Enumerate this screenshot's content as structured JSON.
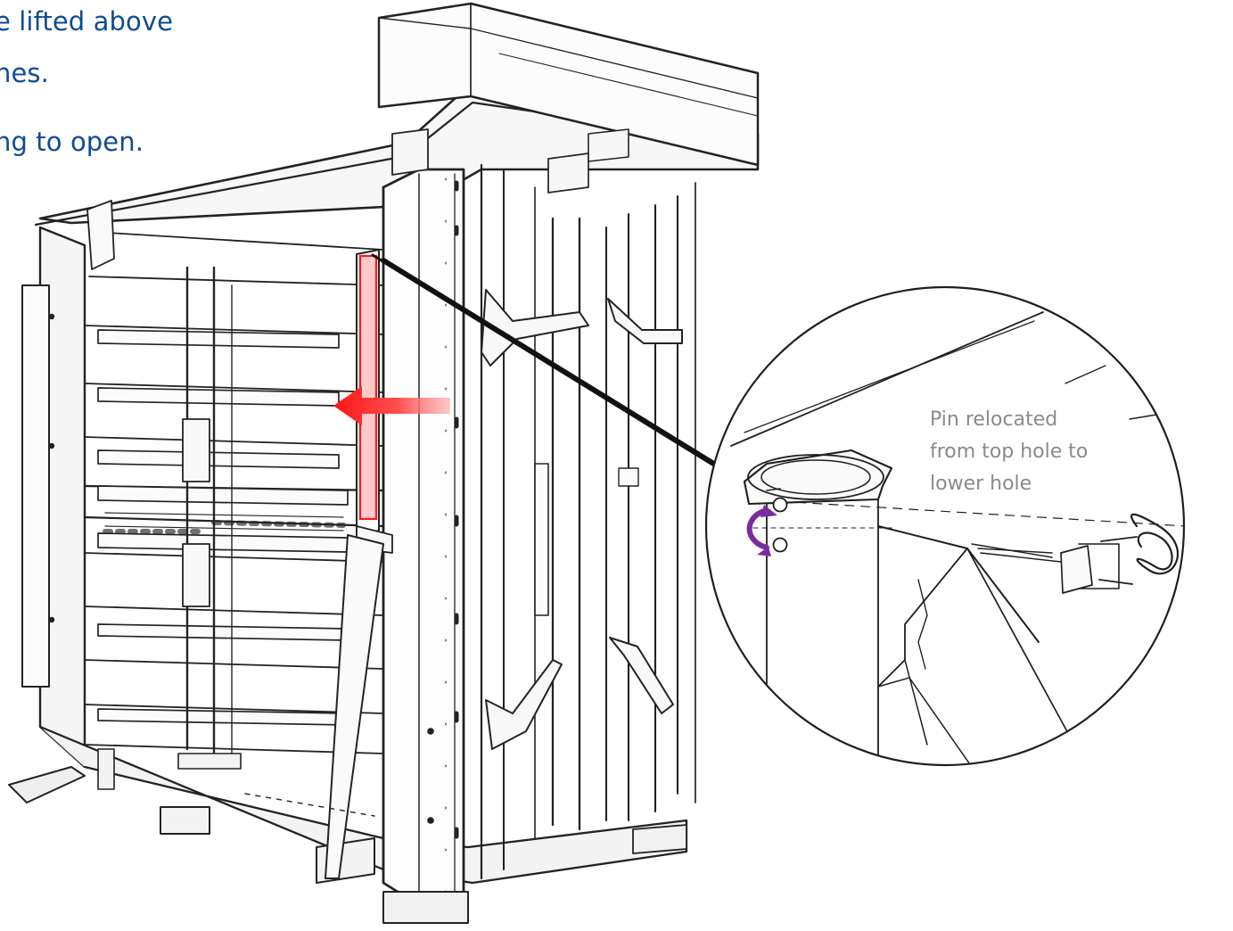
{
  "instructions": {
    "line_1": "e lifted above",
    "line_2": "nes.",
    "line_3": "ng to open."
  },
  "detail_callout": {
    "line_1": "Pin relocated",
    "line_2": "from top hole to",
    "line_3": "lower hole"
  },
  "colors": {
    "instruction_text": "#0f4c92",
    "note_text": "#8a8a8a",
    "highlight": "#ff1a1a",
    "rotation_arrow": "#7b2c9f",
    "lines": "#1f1f1f"
  }
}
